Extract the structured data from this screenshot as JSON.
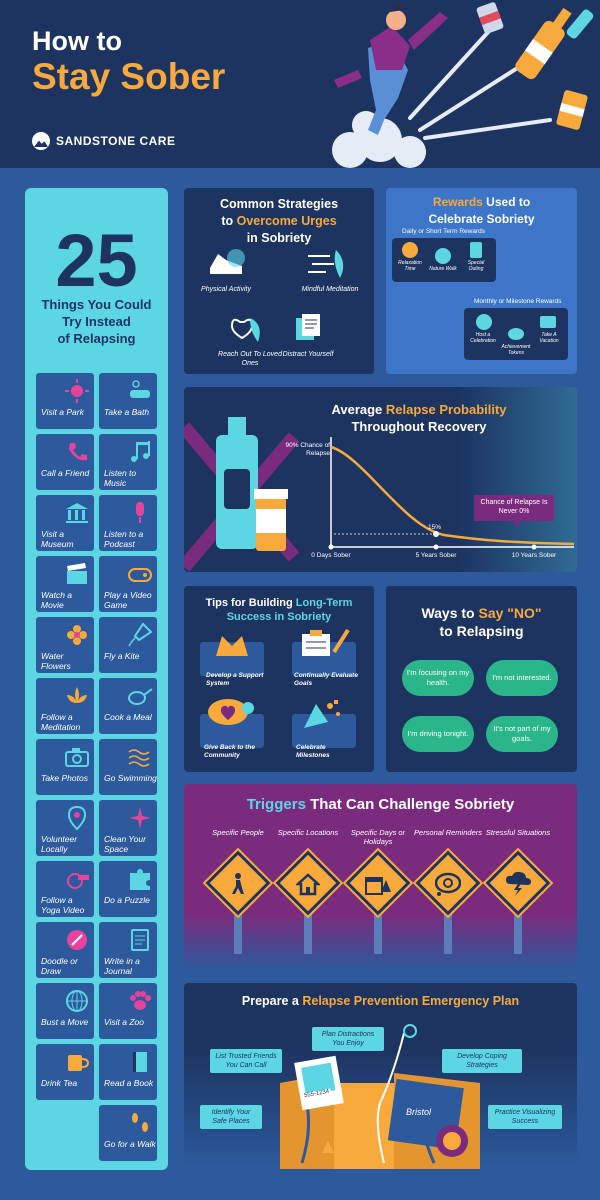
{
  "hero": {
    "title_line1": "How to",
    "title_line2": "Stay Sober",
    "brand": "SANDSTONE CARE"
  },
  "things": {
    "count": "25",
    "subtitle_line1": "Things You Could",
    "subtitle_line2": "Try Instead",
    "subtitle_line3": "of Relapsing",
    "items": [
      {
        "label": "Visit a Park",
        "icon": "sun-icon"
      },
      {
        "label": "Take a Bath",
        "icon": "bath-icon"
      },
      {
        "label": "Call a Friend",
        "icon": "phone-icon"
      },
      {
        "label": "Listen to Music",
        "icon": "music-note-icon"
      },
      {
        "label": "Visit a Museum",
        "icon": "museum-icon"
      },
      {
        "label": "Listen to a Podcast",
        "icon": "microphone-icon"
      },
      {
        "label": "Watch a Movie",
        "icon": "clapperboard-icon"
      },
      {
        "label": "Play a Video Game",
        "icon": "gamepad-icon"
      },
      {
        "label": "Water Flowers",
        "icon": "flower-icon"
      },
      {
        "label": "Fly a Kite",
        "icon": "kite-icon"
      },
      {
        "label": "Follow a Meditation",
        "icon": "lotus-icon"
      },
      {
        "label": "Cook a Meal",
        "icon": "pan-icon"
      },
      {
        "label": "Take Photos",
        "icon": "camera-icon"
      },
      {
        "label": "Go Swimming",
        "icon": "waves-icon"
      },
      {
        "label": "Volunteer Locally",
        "icon": "location-pin-icon"
      },
      {
        "label": "Clean Your Space",
        "icon": "sparkle-icon"
      },
      {
        "label": "Follow a Yoga Video",
        "icon": "whistle-icon"
      },
      {
        "label": "Do a Puzzle",
        "icon": "puzzle-icon"
      },
      {
        "label": "Doodle or Draw",
        "icon": "pencil-circle-icon"
      },
      {
        "label": "Write in a Journal",
        "icon": "notebook-icon"
      },
      {
        "label": "Bust a Move",
        "icon": "disco-ball-icon"
      },
      {
        "label": "Visit a Zoo",
        "icon": "paw-icon"
      },
      {
        "label": "Drink Tea",
        "icon": "mug-icon"
      },
      {
        "label": "Read a Book",
        "icon": "book-icon"
      },
      {
        "label": "Go for a Walk",
        "icon": "footprints-icon"
      }
    ]
  },
  "strategies": {
    "title_a": "Common Strategies",
    "title_b": "to ",
    "title_c": "Overcome Urges",
    "title_d": "in Sobriety",
    "items": [
      "Physical Activity",
      "Mindful Meditation",
      "Reach Out To Loved Ones",
      "Distract Yourself"
    ]
  },
  "rewards": {
    "title_a": "Rewards",
    "title_b": " Used to",
    "title_c": "Celebrate Sobriety",
    "daily_heading": "Daily or Short Term Rewards",
    "daily": [
      "Relaxation Time",
      "Nature Walk",
      "Special Outing"
    ],
    "monthly_heading": "Monthly or Milestone Rewards",
    "monthly": [
      "Host a Celebration",
      "Achievement Tokens",
      "Take A Vacation"
    ]
  },
  "relapse": {
    "title_a": "Average ",
    "title_b": "Relapse Probability",
    "title_c": "Throughout Recovery",
    "start_label": "90% Chance of Relapse",
    "mid_label": "15%",
    "callout": "Chance of Relapse Is Never 0%",
    "x_labels": [
      "0 Days Sober",
      "5 Years Sober",
      "10 Years Sober"
    ]
  },
  "tips": {
    "title_a": "Tips for Building ",
    "title_b": "Long-Term",
    "title_c": "Success in Sobriety",
    "items": [
      "Develop a Support System",
      "Continually Evaluate Goals",
      "Give Back to the Community",
      "Celebrate Milestones"
    ]
  },
  "say_no": {
    "title_a": "Ways to ",
    "title_b": "Say \"NO\"",
    "title_c": "to Relapsing",
    "bubbles": [
      "I'm focusing on my health.",
      "I'm not interested.",
      "I'm driving tonight.",
      "It's not part of my goals."
    ]
  },
  "triggers": {
    "title_a": "Triggers",
    "title_b": " That Can Challenge Sobriety",
    "items": [
      "Specific People",
      "Specific Locations",
      "Specific Days or Holidays",
      "Personal Reminders",
      "Stressful Situations"
    ]
  },
  "plan": {
    "title_a": "Prepare a ",
    "title_b": "Relapse Prevention Emergency Plan",
    "items": [
      "Plan Distractions You Enjoy",
      "List Trusted Friends You Can Call",
      "Develop Coping Strategies",
      "Identify Your Safe Places",
      "Practice Visualizing Success"
    ],
    "phone_note": "555-1234",
    "map_note": "Bristol"
  },
  "colors": {
    "navy": "#1d3461",
    "blue": "#2c5a9c",
    "cyan": "#5dd6e4",
    "orange": "#f7a93b",
    "purple": "#7b2b7d",
    "green": "#2bb58a"
  }
}
